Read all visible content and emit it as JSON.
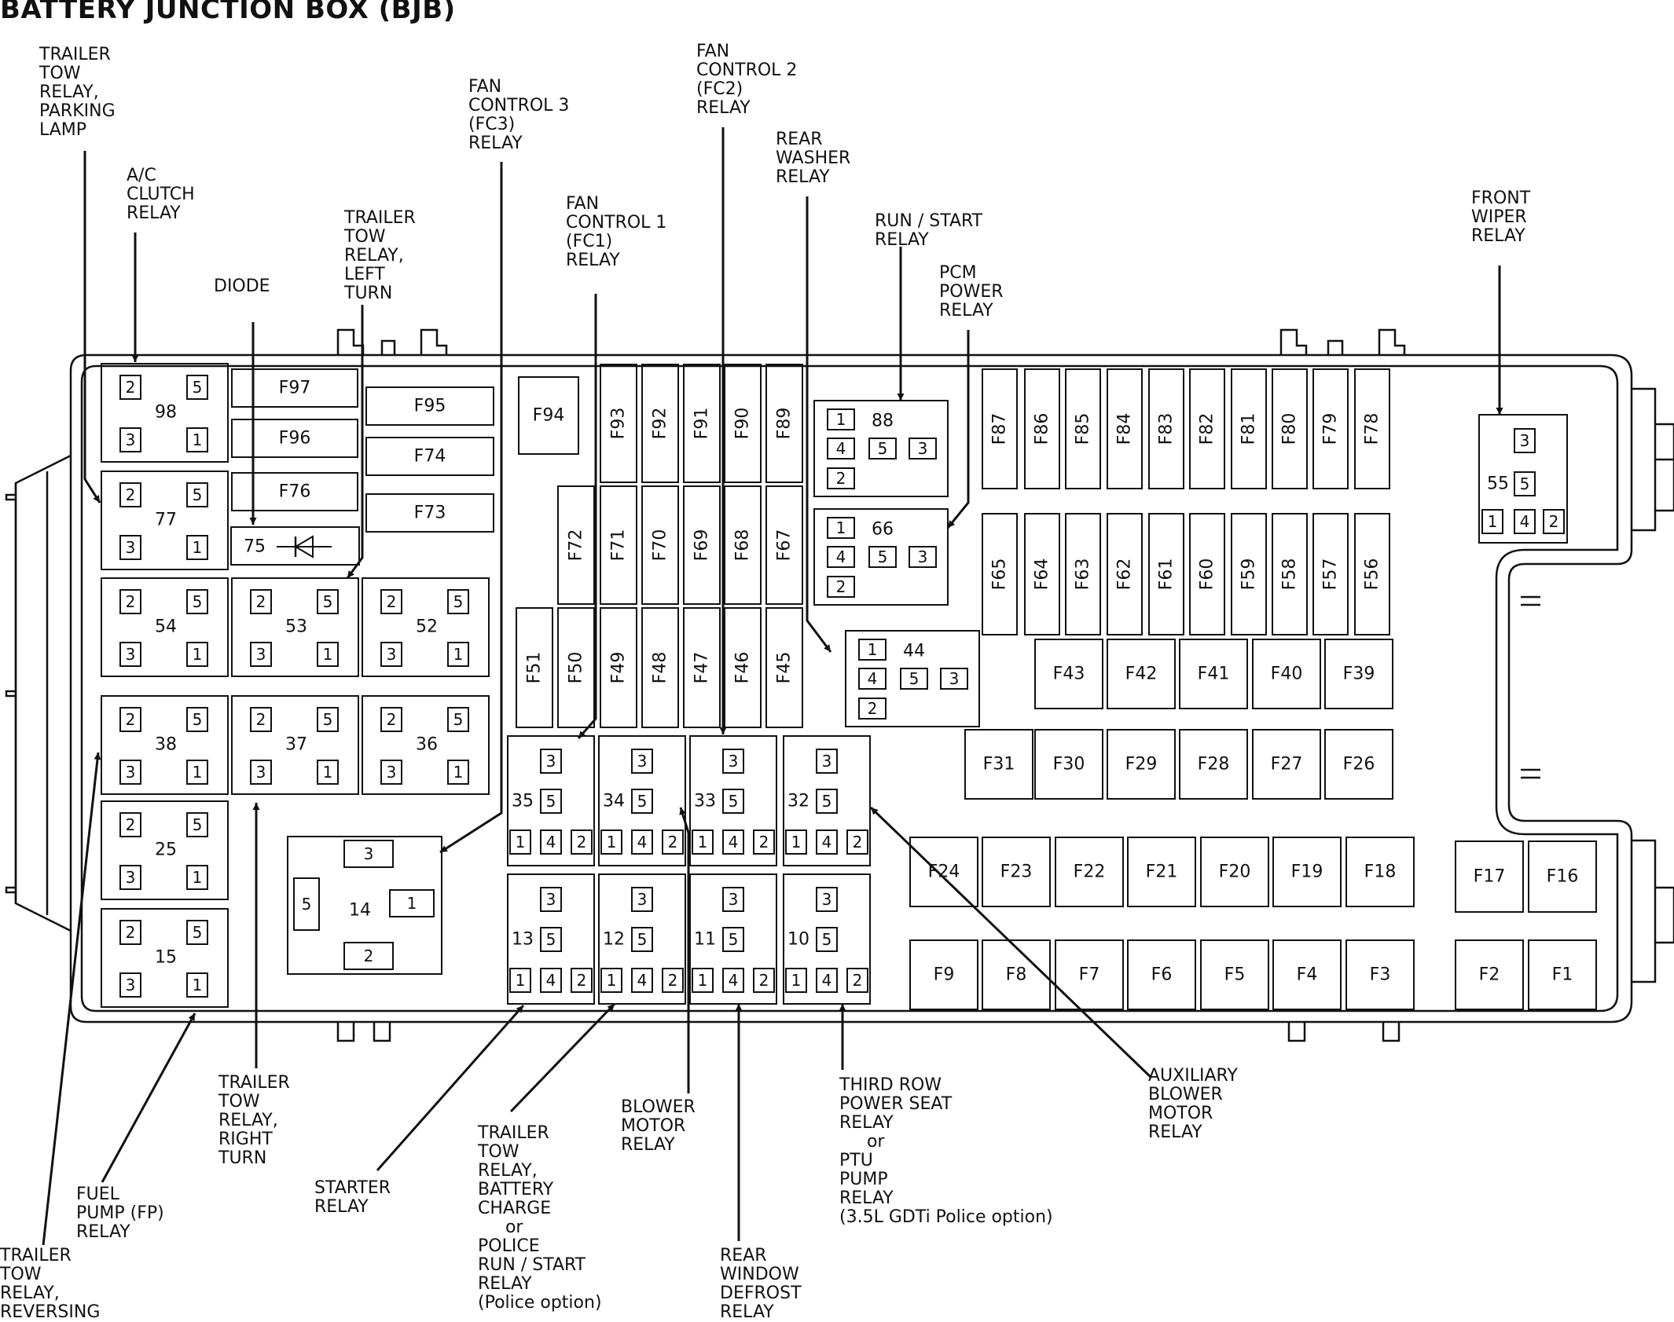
{
  "title": "BATTERY JUNCTION BOX (BJB)",
  "colors": {
    "ink": "#111111",
    "background": "#ffffff"
  },
  "annotations": {
    "trailer_tow_relay_parking_lamp": "TRAILER\nTOW\nRELAY,\nPARKING\nLAMP",
    "ac_clutch_relay": "A/C\nCLUTCH\nRELAY",
    "diode": "DIODE",
    "trailer_tow_relay_left_turn": "TRAILER\nTOW\nRELAY,\nLEFT\nTURN",
    "fan_control_3_relay": "FAN\nCONTROL 3\n(FC3)\nRELAY",
    "fan_control_1_relay": "FAN\nCONTROL 1\n(FC1)\nRELAY",
    "fan_control_2_relay": "FAN\nCONTROL 2\n(FC2)\nRELAY",
    "rear_washer_relay": "REAR\nWASHER\nRELAY",
    "run_start_relay": "RUN / START\nRELAY",
    "pcm_power_relay": "PCM\nPOWER\nRELAY",
    "front_wiper_relay": "FRONT\nWIPER\nRELAY",
    "trailer_tow_relay_right_turn": "TRAILER\nTOW\nRELAY,\nRIGHT\nTURN",
    "fuel_pump_relay": "FUEL\nPUMP (FP)\nRELAY",
    "trailer_tow_relay_reversing": "TRAILER\nTOW\nRELAY,\nREVERSING",
    "starter_relay": "STARTER\nRELAY",
    "trailer_tow_relay_battery_charge": "TRAILER\nTOW\nRELAY,\nBATTERY\nCHARGE\n     or\nPOLICE\nRUN / START\nRELAY\n(Police option)",
    "blower_motor_relay": "BLOWER\nMOTOR\nRELAY",
    "rear_window_defrost_relay": "REAR\nWINDOW\nDEFROST\nRELAY",
    "third_row_power_seat_relay": "THIRD ROW\nPOWER SEAT\nRELAY\n     or\nPTU\nPUMP\nRELAY\n(3.5L GDTi Police option)",
    "auxiliary_blower_motor_relay": "AUXILIARY\nBLOWER\nMOTOR\nRELAY"
  },
  "relays_square": [
    {
      "id": "98",
      "pins": [
        "2",
        "5",
        "3",
        "1"
      ]
    },
    {
      "id": "77",
      "pins": [
        "2",
        "5",
        "3",
        "1"
      ]
    },
    {
      "id": "54",
      "pins": [
        "2",
        "5",
        "3",
        "1"
      ]
    },
    {
      "id": "53",
      "pins": [
        "2",
        "5",
        "3",
        "1"
      ]
    },
    {
      "id": "52",
      "pins": [
        "2",
        "5",
        "3",
        "1"
      ]
    },
    {
      "id": "38",
      "pins": [
        "2",
        "5",
        "3",
        "1"
      ]
    },
    {
      "id": "37",
      "pins": [
        "2",
        "5",
        "3",
        "1"
      ]
    },
    {
      "id": "36",
      "pins": [
        "2",
        "5",
        "3",
        "1"
      ]
    },
    {
      "id": "25",
      "pins": [
        "2",
        "5",
        "3",
        "1"
      ]
    },
    {
      "id": "15",
      "pins": [
        "2",
        "5",
        "3",
        "1"
      ]
    }
  ],
  "relays_micro": [
    {
      "id": "35",
      "pins": [
        "3",
        "5",
        "1",
        "4",
        "2"
      ]
    },
    {
      "id": "34",
      "pins": [
        "3",
        "5",
        "1",
        "4",
        "2"
      ]
    },
    {
      "id": "33",
      "pins": [
        "3",
        "5",
        "1",
        "4",
        "2"
      ]
    },
    {
      "id": "32",
      "pins": [
        "3",
        "5",
        "1",
        "4",
        "2"
      ]
    },
    {
      "id": "13",
      "pins": [
        "3",
        "5",
        "1",
        "4",
        "2"
      ]
    },
    {
      "id": "12",
      "pins": [
        "3",
        "5",
        "1",
        "4",
        "2"
      ]
    },
    {
      "id": "11",
      "pins": [
        "3",
        "5",
        "1",
        "4",
        "2"
      ]
    },
    {
      "id": "10",
      "pins": [
        "3",
        "5",
        "1",
        "4",
        "2"
      ]
    },
    {
      "id": "55",
      "pins": [
        "3",
        "5",
        "1",
        "4",
        "2"
      ]
    }
  ],
  "relays_mini": [
    {
      "id": "88",
      "pins": [
        "1",
        "4",
        "5",
        "3",
        "2"
      ]
    },
    {
      "id": "66",
      "pins": [
        "1",
        "4",
        "5",
        "3",
        "2"
      ]
    },
    {
      "id": "44",
      "pins": [
        "1",
        "4",
        "5",
        "3",
        "2"
      ]
    }
  ],
  "relay_14": {
    "id": "14",
    "pins": [
      "3",
      "5",
      "1",
      "2"
    ]
  },
  "diode_slot": {
    "id": "75"
  },
  "fuses": [
    "F97",
    "F96",
    "F76",
    "F95",
    "F74",
    "F73",
    "F94",
    "F93",
    "F92",
    "F91",
    "F90",
    "F89",
    "F72",
    "F71",
    "F70",
    "F69",
    "F68",
    "F67",
    "F51",
    "F50",
    "F49",
    "F48",
    "F47",
    "F46",
    "F45",
    "F87",
    "F86",
    "F85",
    "F84",
    "F83",
    "F82",
    "F81",
    "F80",
    "F79",
    "F78",
    "F65",
    "F64",
    "F63",
    "F62",
    "F61",
    "F60",
    "F59",
    "F58",
    "F57",
    "F56",
    "F43",
    "F42",
    "F41",
    "F40",
    "F39",
    "F31",
    "F30",
    "F29",
    "F28",
    "F27",
    "F26",
    "F24",
    "F23",
    "F22",
    "F21",
    "F20",
    "F19",
    "F18",
    "F17",
    "F16",
    "F9",
    "F8",
    "F7",
    "F6",
    "F5",
    "F4",
    "F3",
    "F2",
    "F1"
  ]
}
